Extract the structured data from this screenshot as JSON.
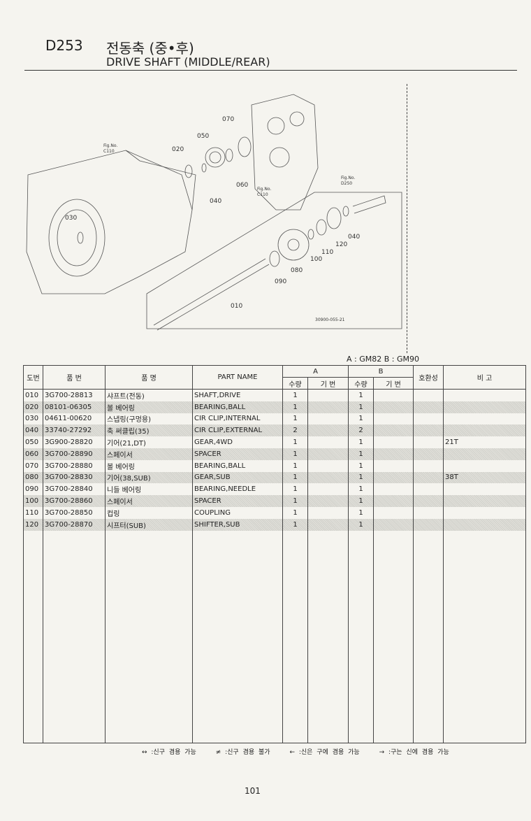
{
  "header": {
    "code": "D253",
    "title_ko": "전동축 (중•후)",
    "title_en": "DRIVE SHAFT (MIDDLE/REAR)"
  },
  "diagram": {
    "callouts": [
      "070",
      "050",
      "020",
      "040",
      "060",
      "030",
      "010",
      "090",
      "080",
      "100",
      "110",
      "120",
      "040"
    ],
    "fig_refs": [
      {
        "label": "Fig.No.",
        "ref": "C110"
      },
      {
        "label": "Fig.No.",
        "ref": "C110"
      },
      {
        "label": "Fig.No.",
        "ref": "D250"
      }
    ],
    "drawing_code": "30900-055-21"
  },
  "models_note": "A : GM82   B : GM90",
  "table": {
    "headers": {
      "no": "도번",
      "part_no": "품  번",
      "name_ko": "품      명",
      "part_name": "PART  NAME",
      "a": "A",
      "b": "B",
      "qty": "수량",
      "serial": "기 번",
      "compat": "호환성",
      "remarks": "비    고"
    },
    "rows": [
      {
        "no": "010",
        "part_no": "3G700-28813",
        "name_ko": "샤프트(전동)",
        "part_name": "SHAFT,DRIVE",
        "a_qty": "1",
        "b_qty": "1",
        "remarks": ""
      },
      {
        "no": "020",
        "part_no": "08101-06305",
        "name_ko": "볼 베어링",
        "part_name": "BEARING,BALL",
        "a_qty": "1",
        "b_qty": "1",
        "remarks": ""
      },
      {
        "no": "030",
        "part_no": "04611-00620",
        "name_ko": "스냅링(구멍용)",
        "part_name": "CIR CLIP,INTERNAL",
        "a_qty": "1",
        "b_qty": "1",
        "remarks": ""
      },
      {
        "no": "040",
        "part_no": "33740-27292",
        "name_ko": "축 써클립(35)",
        "part_name": "CIR CLIP,EXTERNAL",
        "a_qty": "2",
        "b_qty": "2",
        "remarks": ""
      },
      {
        "no": "050",
        "part_no": "3G900-28820",
        "name_ko": "기어(21,DT)",
        "part_name": "GEAR,4WD",
        "a_qty": "1",
        "b_qty": "1",
        "remarks": "21T"
      },
      {
        "no": "060",
        "part_no": "3G700-28890",
        "name_ko": "스페이서",
        "part_name": "SPACER",
        "a_qty": "1",
        "b_qty": "1",
        "remarks": ""
      },
      {
        "no": "070",
        "part_no": "3G700-28880",
        "name_ko": "볼 베어링",
        "part_name": "BEARING,BALL",
        "a_qty": "1",
        "b_qty": "1",
        "remarks": ""
      },
      {
        "no": "080",
        "part_no": "3G700-28830",
        "name_ko": "기어(38,SUB)",
        "part_name": "GEAR,SUB",
        "a_qty": "1",
        "b_qty": "1",
        "remarks": "38T"
      },
      {
        "no": "090",
        "part_no": "3G700-28840",
        "name_ko": "니들 베어링",
        "part_name": "BEARING,NEEDLE",
        "a_qty": "1",
        "b_qty": "1",
        "remarks": ""
      },
      {
        "no": "100",
        "part_no": "3G700-28860",
        "name_ko": "스페이서",
        "part_name": "SPACER",
        "a_qty": "1",
        "b_qty": "1",
        "remarks": ""
      },
      {
        "no": "110",
        "part_no": "3G700-28850",
        "name_ko": "컵링",
        "part_name": "COUPLING",
        "a_qty": "1",
        "b_qty": "1",
        "remarks": ""
      },
      {
        "no": "120",
        "part_no": "3G700-28870",
        "name_ko": "시프터(SUB)",
        "part_name": "SHIFTER,SUB",
        "a_qty": "1",
        "b_qty": "1",
        "remarks": ""
      }
    ]
  },
  "legend": [
    "↔ :신구 겸용 가능",
    "≠ :신구 겸용 불가",
    "← :신은 구에 겸용 가능",
    "→ :구는 신에 겸용 가능"
  ],
  "page_number": "101"
}
